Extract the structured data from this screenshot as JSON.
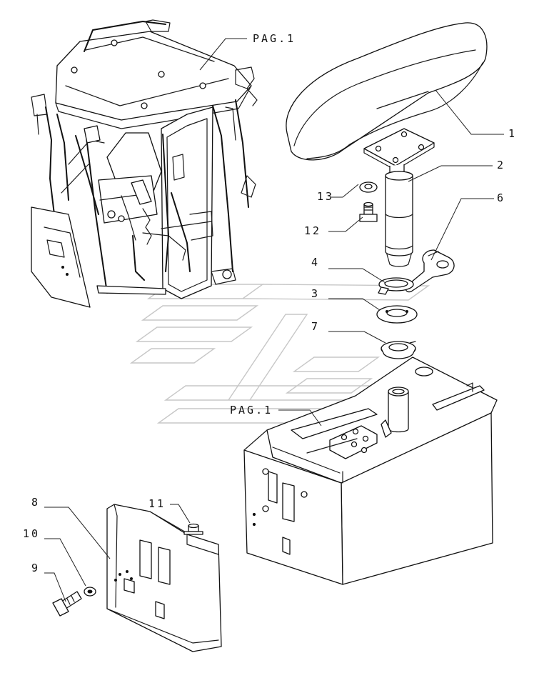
{
  "callouts": {
    "n1": "1",
    "n2": "2",
    "n3": "3",
    "n4": "4",
    "n6": "6",
    "n7": "7",
    "n8": "8",
    "n9": "9",
    "n10": "10",
    "n11": "11",
    "n12": "12",
    "n13": "13"
  },
  "page_refs": {
    "cab": "PAG.1",
    "console": "PAG.1"
  }
}
